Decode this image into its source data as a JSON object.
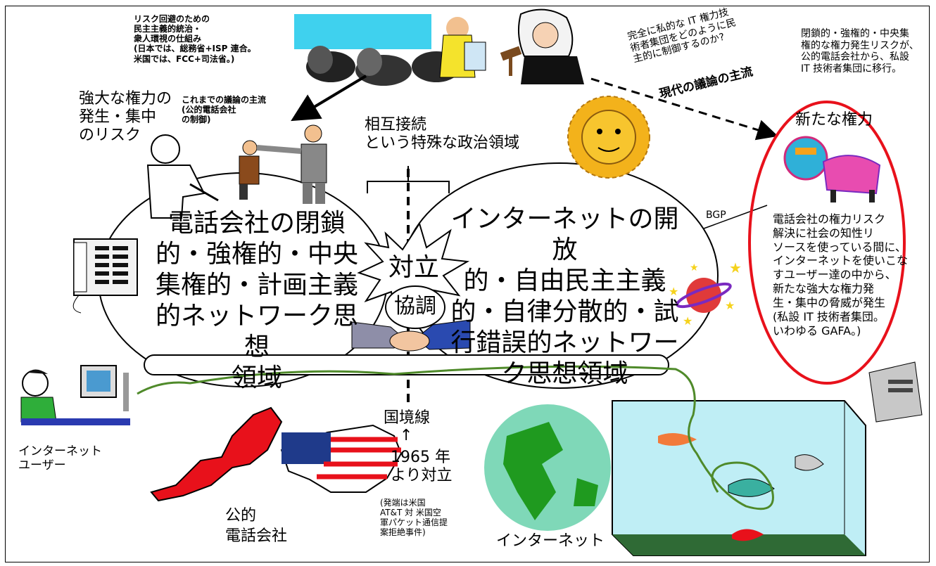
{
  "labels": {
    "risk_avoidance": "リスク回避のための\n民主主義的統治・\n衆人環視の仕組み\n(日本では、総務省+ISP 連合。\n米国では、FCC+司法省。)",
    "power_risk": "強大な権力の\n発生・集中\nのリスク",
    "mainstream_past": "これまでの議論の主流\n(公的電話会社\nの制御)",
    "interconnection": "相互接続\nという特殊な政治領域",
    "private_control": "完全に私的な IT 権力技\n術者集団をどのように民\n主的に制御するのか?",
    "mainstream_now": "現代の議論の主流",
    "power_shift": "閉鎖的・強権的・中央集\n権的な権力発生リスクが、\n公的電話会社から、私設\nIT 技術者集団に移行。",
    "new_power": "新たな権力",
    "bgp": "BGP",
    "telco_realm": "電話会社の閉鎖\n的・強権的・中央\n集権的・計画主義\n的ネットワーク思想\n領域",
    "internet_realm": "インターネットの開放\n的・自由民主主義\n的・自律分散的・試\n行錯誤的ネットワー\nク思想領域",
    "conflict": "対立",
    "cooperation": "協調",
    "new_power_detail": "電話会社の権力リスク\n解決に社会の知性リ\nソースを使っている間に、\nインターネットを使いこな\nすユーザー達の中から、\n新たな強大な権力発\n生・集中の脅威が発生\n(私設 IT 技術者集団。\nいわゆる GAFA。)",
    "internet_user": "インターネット\nユーザー",
    "border": "国境線",
    "arrow_up": "↑",
    "since_1965": "1965 年\nより対立",
    "origin": "(発端は米国\nAT&T 対 米国空\n軍パケット通信提\n案拒絶事件)",
    "public_telco": "公的\n電話会社",
    "internet": "インターネット"
  },
  "colors": {
    "new_power_ring": "#e8111b",
    "pipe_line": "#4f8a2a",
    "sun": "#f3b21b",
    "globe_land": "#1f9a1f",
    "globe_sea": "#7fd8b8",
    "aquarium_water": "#bfeef5",
    "projector_screen": "#3fd1ee"
  },
  "icons": [
    "judge-icon",
    "meeting-icon",
    "boss-icon",
    "businessmen-icon",
    "telephone-icon",
    "handshake-icon",
    "sun-icon",
    "planet-icon",
    "lion-dance-icon",
    "server-icon",
    "computer-user-icon",
    "japan-map-icon",
    "usa-flag-map-icon",
    "globe-icon",
    "aquarium-icon"
  ]
}
